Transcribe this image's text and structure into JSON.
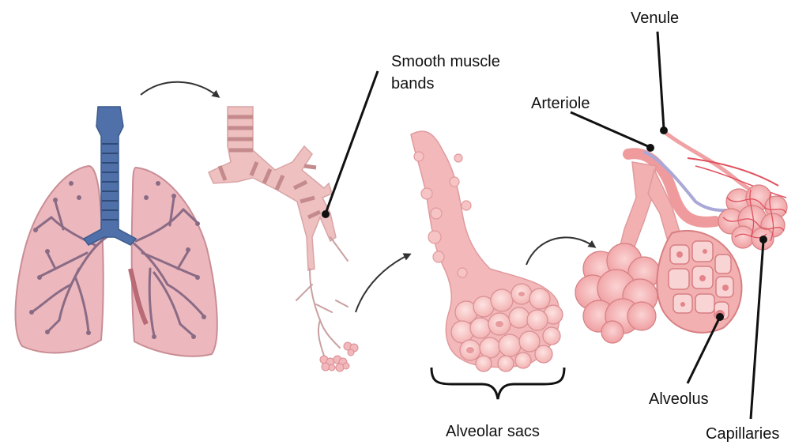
{
  "labels": {
    "smooth_muscle_line1": "Smooth muscle",
    "smooth_muscle_line2": "bands",
    "arteriole": "Arteriole",
    "venule": "Venule",
    "alveolar_sacs": "Alveolar sacs",
    "alveolus": "Alveolus",
    "capillaries": "Capillaries"
  },
  "colors": {
    "lung_fill": "#ecb8bd",
    "lung_stroke": "#c98d95",
    "lung_airway": "#8a6b86",
    "trachea": "#4f70a8",
    "bronchus_fill": "#eec0c0",
    "bronchus_band": "#c48a8c",
    "alveolus_fill": "#f2a9ab",
    "alveolus_stroke": "#d77f83",
    "artery": "#ef9b9e",
    "vein": "#a9a8d6",
    "capillary": "#e04f5c"
  }
}
